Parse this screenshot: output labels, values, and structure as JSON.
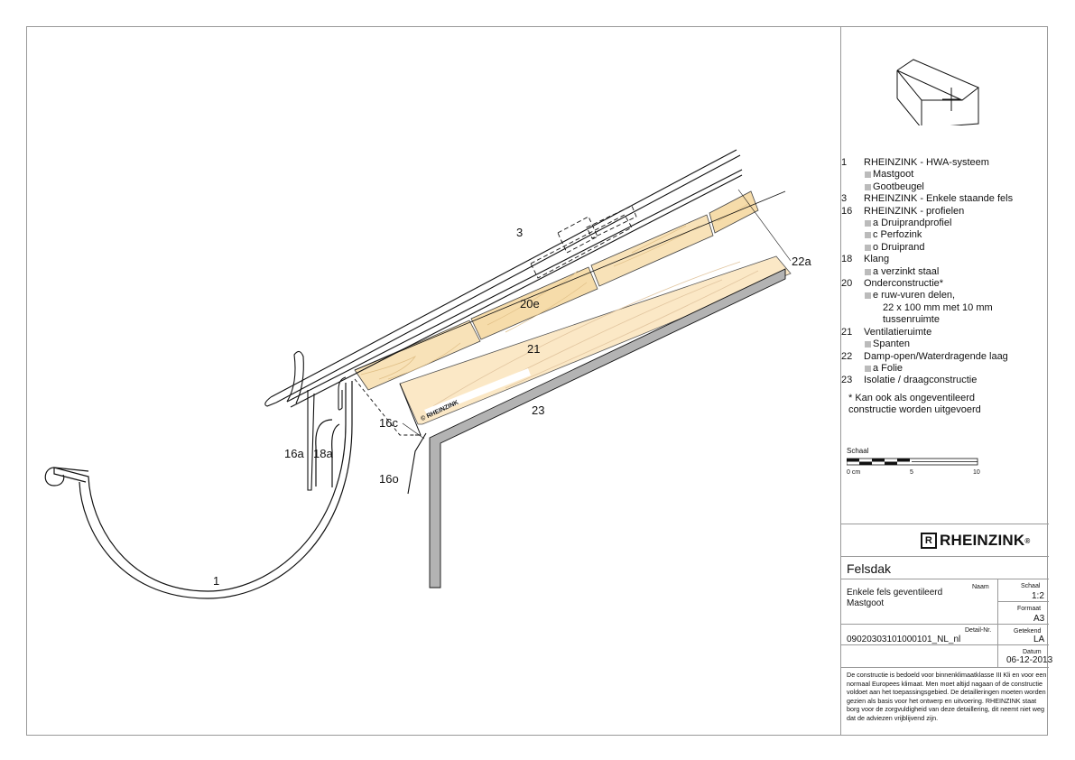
{
  "labels": {
    "l3": "3",
    "l22a": "22a",
    "l20e": "20e",
    "l21": "21",
    "l23": "23",
    "l16c": "16c",
    "l16a": "16a",
    "l18a": "18a",
    "l16o": "16o",
    "l1": "1",
    "stamp": "© RHEINZINK"
  },
  "legend": [
    {
      "num": "1",
      "text": "RHEINZINK - HWA-systeem",
      "subs": [
        {
          "text": "Mastgoot"
        },
        {
          "text": "Gootbeugel"
        }
      ]
    },
    {
      "num": "3",
      "text": "RHEINZINK - Enkele staande fels",
      "subs": []
    },
    {
      "num": "16",
      "text": "RHEINZINK - profielen",
      "subs": [
        {
          "text": "a  Druiprandprofiel"
        },
        {
          "text": "c  Perfozink"
        },
        {
          "text": "o  Druiprand"
        }
      ]
    },
    {
      "num": "18",
      "text": "Klang",
      "subs": [
        {
          "text": "a  verzinkt staal"
        }
      ]
    },
    {
      "num": "20",
      "text": "Onderconstructie*",
      "subs": [
        {
          "text": "e  ruw-vuren delen,",
          "cont": [
            "22 x 100 mm met 10 mm",
            "tussenruimte"
          ]
        }
      ]
    },
    {
      "num": "21",
      "text": "Ventilatieruimte",
      "subs": [
        {
          "text": "Spanten"
        }
      ]
    },
    {
      "num": "22",
      "text": "Damp-open/Waterdragende laag",
      "subs": [
        {
          "text": "a  Folie"
        }
      ]
    },
    {
      "num": "23",
      "text": "Isolatie / draagconstructie",
      "subs": []
    }
  ],
  "note": "* Kan ook als ongeventileerd constructie worden uitgevoerd",
  "scale": {
    "title": "Schaal",
    "t0": "0 cm",
    "t5": "5",
    "t10": "10"
  },
  "logo": "RHEINZINK",
  "title_block": {
    "title": "Felsdak",
    "naam_label": "Naam",
    "naam_line1": "Enkele fels geventileerd",
    "naam_line2": "Mastgoot",
    "schaal_label": "Schaal",
    "schaal_value": "1:2",
    "formaat_label": "Formaat",
    "formaat_value": "A3",
    "detail_label": "Detail-Nr.",
    "detail_value": "09020303101000101_NL_nl",
    "getekend_label": "Getekend",
    "getekend_value": "LA",
    "datum_label": "Datum",
    "datum_value": "06-12-2013",
    "disclaimer": "De constructie is bedoeld voor binnenklimaatklasse III Kli en voor een normaal Europees klimaat. Men moet altijd nagaan of de constructie voldoet aan het toepassingsgebied. De detailleringen moeten worden gezien als basis voor het ontwerp en uitvoering. RHEINZINK staat borg voor de zorgvuldigheid van deze detaillering, dit neemt niet weg dat de adviezen vrijblijvend zijn."
  },
  "colors": {
    "wood": "#f8e2b8",
    "wood_dark": "#f2d094",
    "grain": "#e2c08a",
    "insulation": "#b3b3b3",
    "line": "#111111"
  }
}
